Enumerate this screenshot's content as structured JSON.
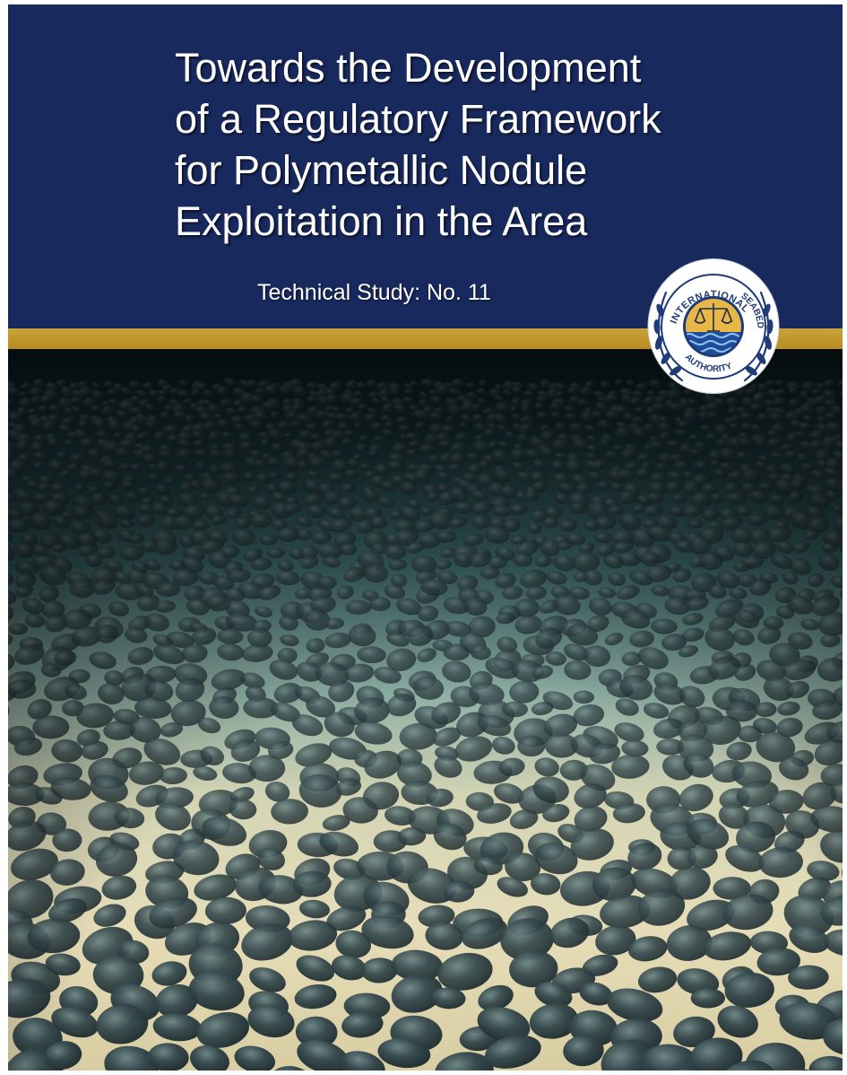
{
  "cover": {
    "title_lines": [
      "Towards the Development",
      "of a Regulatory Framework",
      "for Polymetallic Nodule",
      "Exploitation in the Area"
    ],
    "subtitle": "Technical Study: No. 11"
  },
  "emblem": {
    "icon": "international-seabed-authority-seal-icon",
    "text_top": "INTERNATIONAL",
    "text_right": "SEABED",
    "text_bottom": "AUTHORITY"
  },
  "colors": {
    "navy": "#18295d",
    "gold": "#c9a23a",
    "seafloor_light": "#e6ddb8",
    "nodule_dark": "#2c3f44"
  }
}
